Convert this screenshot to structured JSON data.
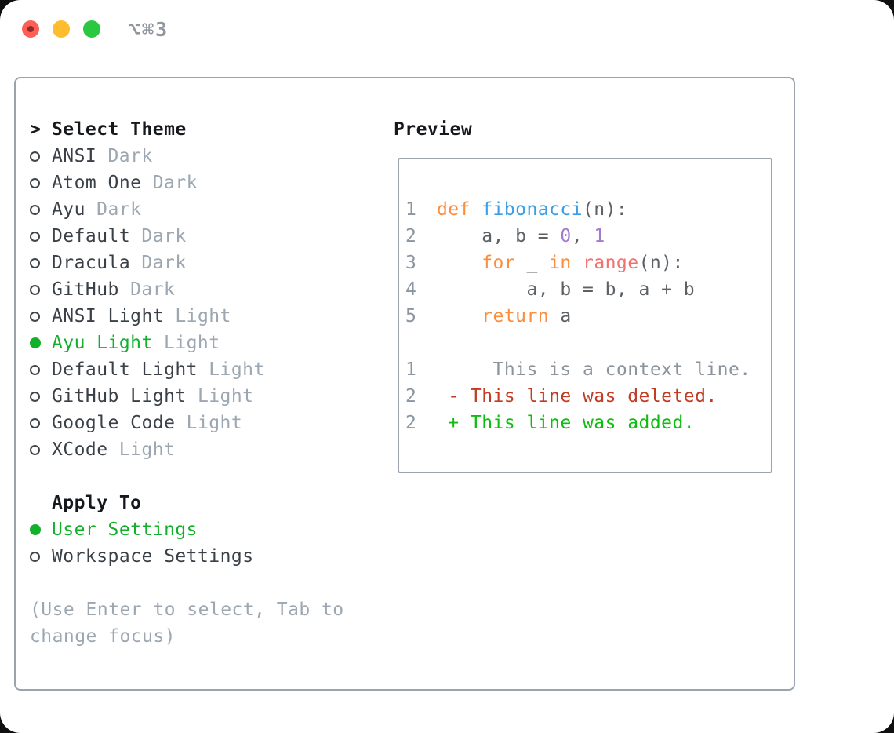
{
  "titlebar": {
    "shortcut_label": "⌥⌘3"
  },
  "colors": {
    "accent_green": "#12b02b",
    "panel_border": "#9aa3ae",
    "text_primary": "#15181d",
    "text_item": "#3a4048",
    "text_muted": "#9ca7b2",
    "titlebar_text": "#8f969e",
    "traffic_red": "#ff5f57",
    "traffic_red_dot": "#8f2b24",
    "traffic_yellow": "#febc2e",
    "traffic_green": "#2ac840",
    "syntax": {
      "keyword": "#fa8d3e",
      "function": "#399ee6",
      "number": "#a37acc",
      "builtin": "#f07171",
      "fg": "#5c6166",
      "line_number": "#8b95a1",
      "context": "#8b939d",
      "deleted": "#c23b22",
      "added": "#0fbc10"
    }
  },
  "theme_panel": {
    "header_marker": ">",
    "header": "Select Theme",
    "themes": [
      {
        "name": "ANSI",
        "variant": "Dark",
        "selected": false
      },
      {
        "name": "Atom One",
        "variant": "Dark",
        "selected": false
      },
      {
        "name": "Ayu",
        "variant": "Dark",
        "selected": false
      },
      {
        "name": "Default",
        "variant": "Dark",
        "selected": false
      },
      {
        "name": "Dracula",
        "variant": "Dark",
        "selected": false
      },
      {
        "name": "GitHub",
        "variant": "Dark",
        "selected": false
      },
      {
        "name": "ANSI Light",
        "variant": "Light",
        "selected": false
      },
      {
        "name": "Ayu Light",
        "variant": "Light",
        "selected": true
      },
      {
        "name": "Default Light",
        "variant": "Light",
        "selected": false
      },
      {
        "name": "GitHub Light",
        "variant": "Light",
        "selected": false
      },
      {
        "name": "Google Code",
        "variant": "Light",
        "selected": false
      },
      {
        "name": "XCode",
        "variant": "Light",
        "selected": false
      }
    ],
    "apply_to": {
      "header": "Apply To",
      "options": [
        {
          "label": "User Settings",
          "selected": true
        },
        {
          "label": "Workspace Settings",
          "selected": false
        }
      ]
    },
    "hint_lines": [
      "(Use Enter to select, Tab to",
      "change focus)"
    ]
  },
  "preview": {
    "header": "Preview",
    "lines": [
      {
        "num": "1",
        "kind": "code",
        "tokens": [
          [
            "def",
            "keyword"
          ],
          [
            " ",
            "fg"
          ],
          [
            "fibonacci",
            "function"
          ],
          [
            "(n):",
            "fg"
          ]
        ]
      },
      {
        "num": "2",
        "kind": "code",
        "tokens": [
          [
            "    a, b = ",
            "fg"
          ],
          [
            "0",
            "number"
          ],
          [
            ", ",
            "fg"
          ],
          [
            "1",
            "number"
          ]
        ]
      },
      {
        "num": "3",
        "kind": "code",
        "tokens": [
          [
            "    ",
            "fg"
          ],
          [
            "for",
            "keyword"
          ],
          [
            " _ ",
            "fg"
          ],
          [
            "in",
            "keyword"
          ],
          [
            " ",
            "fg"
          ],
          [
            "range",
            "builtin"
          ],
          [
            "(n):",
            "fg"
          ]
        ]
      },
      {
        "num": "4",
        "kind": "code",
        "tokens": [
          [
            "        a, b = b, a + b",
            "fg"
          ]
        ]
      },
      {
        "num": "5",
        "kind": "code",
        "tokens": [
          [
            "    ",
            "fg"
          ],
          [
            "return",
            "keyword"
          ],
          [
            " a",
            "fg"
          ]
        ]
      },
      {
        "num": "",
        "kind": "blank",
        "tokens": []
      },
      {
        "num": "1",
        "kind": "diff-context",
        "tokens": [
          [
            "     This is a context line.",
            "context"
          ]
        ]
      },
      {
        "num": "2",
        "kind": "diff-deleted",
        "tokens": [
          [
            " - This line was deleted.",
            "deleted"
          ]
        ]
      },
      {
        "num": "2",
        "kind": "diff-added",
        "tokens": [
          [
            " + This line was added.",
            "added"
          ]
        ]
      }
    ]
  }
}
